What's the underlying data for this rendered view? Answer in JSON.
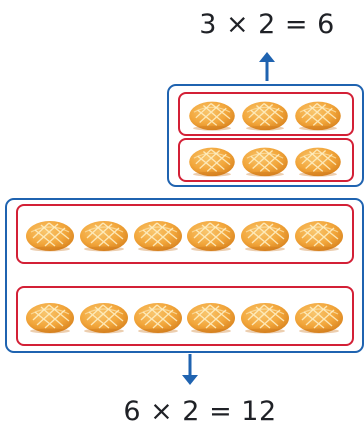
{
  "equations": {
    "top": "3 × 2 = 6",
    "bottom": "6 × 2 = 12"
  },
  "groups": {
    "top": {
      "rows": 2,
      "items_per_row": 3
    },
    "bottom": {
      "rows": 2,
      "items_per_row": 6
    }
  },
  "item_icon": "bread-bun-icon",
  "colors": {
    "group_border": "#1f63b0",
    "row_border": "#d32036",
    "bun": "#f2a63b",
    "text": "#1f2126"
  }
}
